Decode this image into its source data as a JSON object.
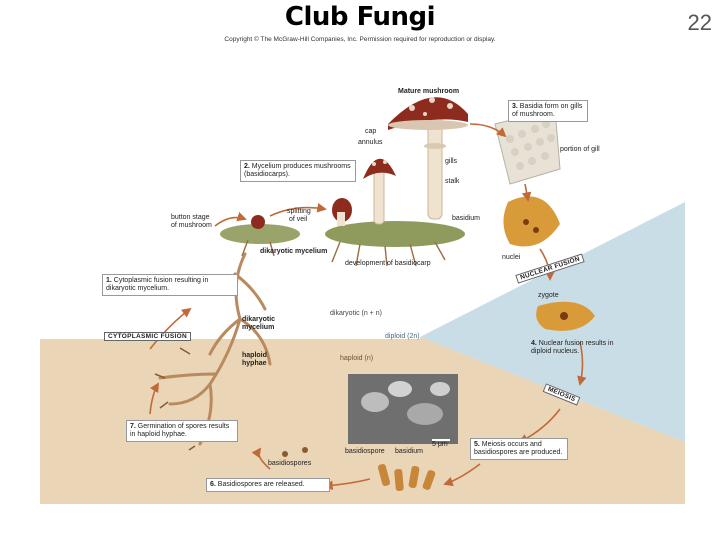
{
  "slide": {
    "title": "Club Fungi",
    "number": "22",
    "copyright": "Copyright © The McGraw-Hill Companies, Inc. Permission required for reproduction or display."
  },
  "labels": {
    "mature_mushroom": "Mature mushroom",
    "cap": "cap",
    "annulus": "annulus",
    "gills": "gills",
    "stalk": "stalk",
    "splitting_veil_1": "splitting",
    "splitting_veil_2": "of veil",
    "button_stage_1": "button stage",
    "button_stage_2": "of mushroom",
    "dikaryotic_mycelium": "dikaryotic mycelium",
    "development": "development of basidiocarp",
    "portion_of_gill": "portion of gill",
    "basidium": "basidium",
    "nuclei": "nuclei",
    "zygote": "zygote",
    "dikaryotic_n_n": "dikaryotic (n + n)",
    "diploid_2n": "diploid (2n)",
    "haploid_n": "haploid (n)",
    "dikaryotic_mycelium_2a": "dikaryotic",
    "dikaryotic_mycelium_2b": "mycelium",
    "haploid_hyphae_a": "haploid",
    "haploid_hyphae_b": "hyphae",
    "basidiospores": "basidiospores",
    "basidiospore": "basidiospore",
    "basidium_sem": "basidium",
    "scale": "5 μm"
  },
  "stamps": {
    "nuclear_fusion": "NUCLEAR FUSION",
    "meiosis": "MEIOSIS",
    "cytoplasmic_fusion": "CYTOPLASMIC FUSION"
  },
  "steps": {
    "s1_num": "1.",
    "s1_text": "Cytoplasmic fusion resulting in dikaryotic mycelium.",
    "s2_num": "2.",
    "s2_text": "Mycelium produces mushrooms (basidiocarps).",
    "s3_num": "3.",
    "s3_text": "Basidia form on gills of mushroom.",
    "s4_num": "4.",
    "s4_text": "Nuclear fusion results in diploid nucleus.",
    "s5_num": "5.",
    "s5_text": "Meiosis occurs and basidiospores are produced.",
    "s6_num": "6.",
    "s6_text": "Basidiospores are released.",
    "s7_num": "7.",
    "s7_text": "Germination of spores results in haploid hyphae."
  },
  "colors": {
    "diploid_region": "#c9dde6",
    "haploid_region": "#ead5b6",
    "dikaryotic_region": "#ffffff",
    "mushroom_cap": "#8e2b1f",
    "spots": "#e9d5c9",
    "stalk": "#efe3cf",
    "mycelium": "#b98a5e",
    "basidium": "#d99a3a",
    "arrow": "#c06a3a"
  }
}
